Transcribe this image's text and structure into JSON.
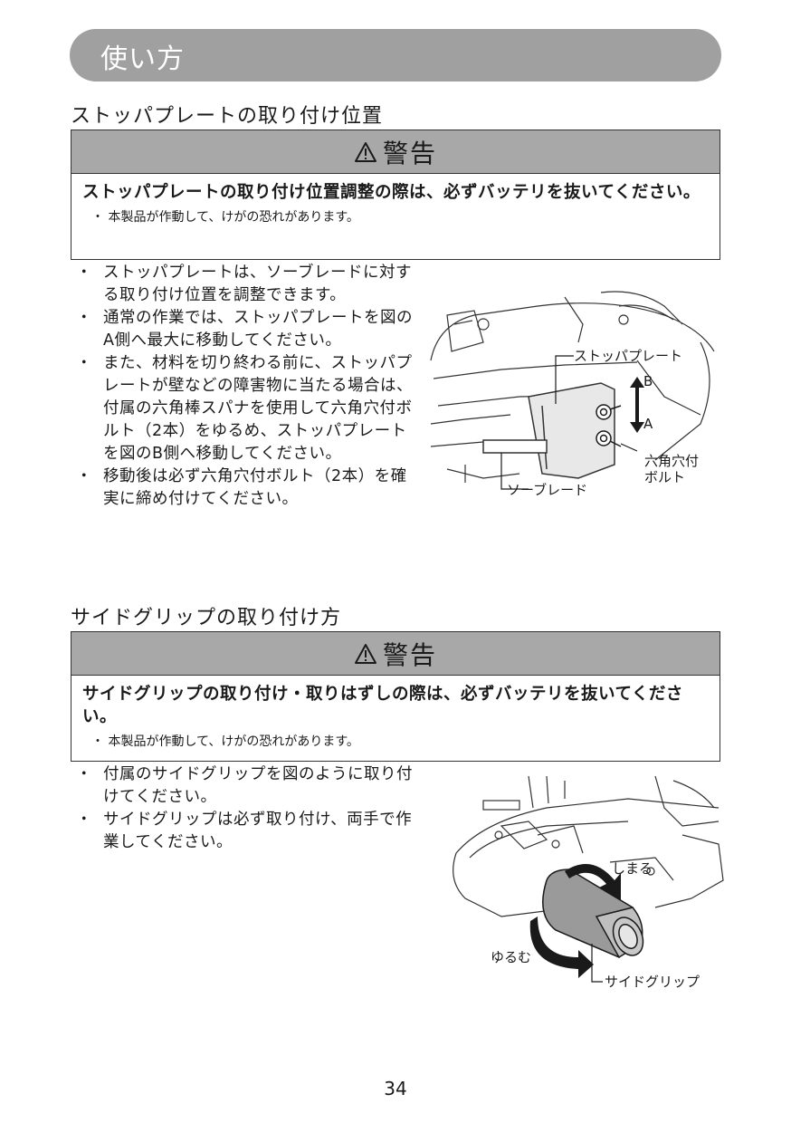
{
  "header": {
    "title": "使い方"
  },
  "sections": [
    {
      "title": "ストッパプレートの取り付け位置",
      "warning": {
        "heading": "警告",
        "main": "ストッパプレートの取り付け位置調整の際は、必ずバッテリを抜いてください。",
        "note": "・ 本製品が作動して、けがの恐れがあります。"
      },
      "bullets": [
        "ストッパプレートは、ソーブレードに対する取り付け位置を調整できます。",
        "通常の作業では、ストッパプレートを図のA側へ最大に移動してください。",
        "また、材料を切り終わる前に、ストッパプレートが壁などの障害物に当たる場合は、付属の六角棒スパナを使用して六角穴付ボルト（2本）をゆるめ、ストッパプレートを図のB側へ移動してください。",
        "移動後は必ず六角穴付ボルト（2本）を確実に締め付けてください。"
      ],
      "figure_labels": {
        "stopper_plate": "ストッパプレート",
        "b": "B",
        "a": "A",
        "bolt_line1": "六角穴付",
        "bolt_line2": "ボルト",
        "saw_blade": "ソーブレード"
      }
    },
    {
      "title": "サイドグリップの取り付け方",
      "warning": {
        "heading": "警告",
        "main": "サイドグリップの取り付け・取りはずしの際は、必ずバッテリを抜いてください。",
        "note": "・ 本製品が作動して、けがの恐れがあります。"
      },
      "bullets": [
        "付属のサイドグリップを図のように取り付けてください。",
        "サイドグリップは必ず取り付け、両手で作業してください。"
      ],
      "figure_labels": {
        "tighten": "しまる",
        "loosen": "ゆるむ",
        "side_grip": "サイドグリップ"
      }
    }
  ],
  "footer": {
    "page_number": "34"
  }
}
